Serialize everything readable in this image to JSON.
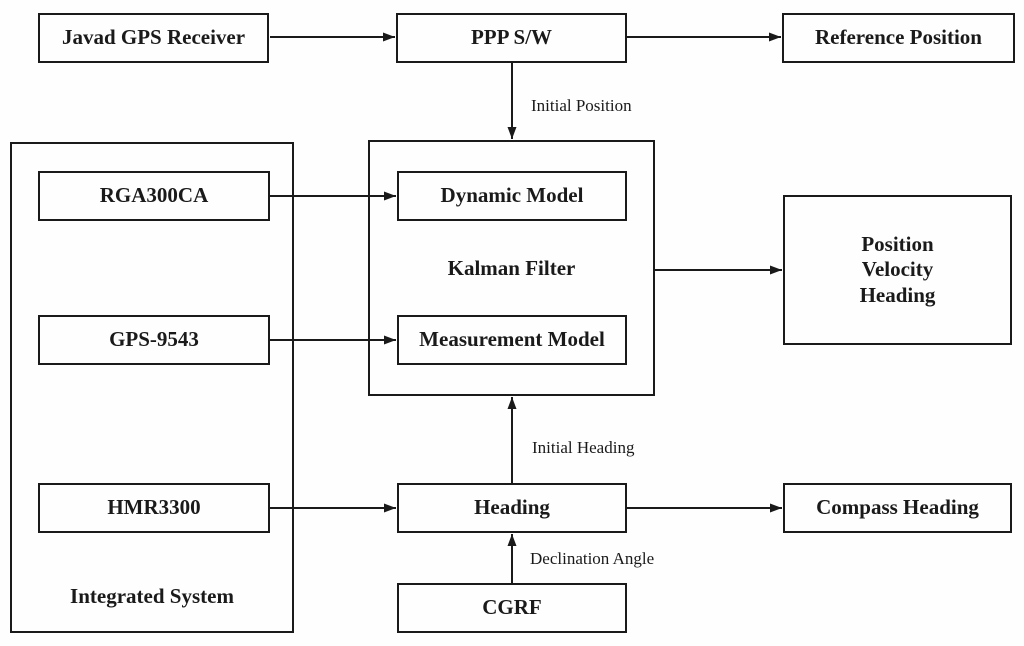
{
  "diagram": {
    "boxes": {
      "javad": "Javad GPS Receiver",
      "ppp": "PPP S/W",
      "reference": "Reference Position",
      "rga300ca": "RGA300CA",
      "gps9543": "GPS-9543",
      "hmr3300": "HMR3300",
      "integrated_system": "Integrated System",
      "dynamic_model": "Dynamic Model",
      "kalman_filter": "Kalman Filter",
      "measurement_model": "Measurement Model",
      "pvh": {
        "line1": "Position",
        "line2": "Velocity",
        "line3": "Heading"
      },
      "heading": "Heading",
      "compass_heading": "Compass Heading",
      "cgrf": "CGRF"
    },
    "edge_labels": {
      "initial_position": "Initial Position",
      "initial_heading": "Initial Heading",
      "declination_angle": "Declination Angle"
    },
    "colors": {
      "line": "#1a1a1a",
      "background": "#fefefe"
    }
  }
}
